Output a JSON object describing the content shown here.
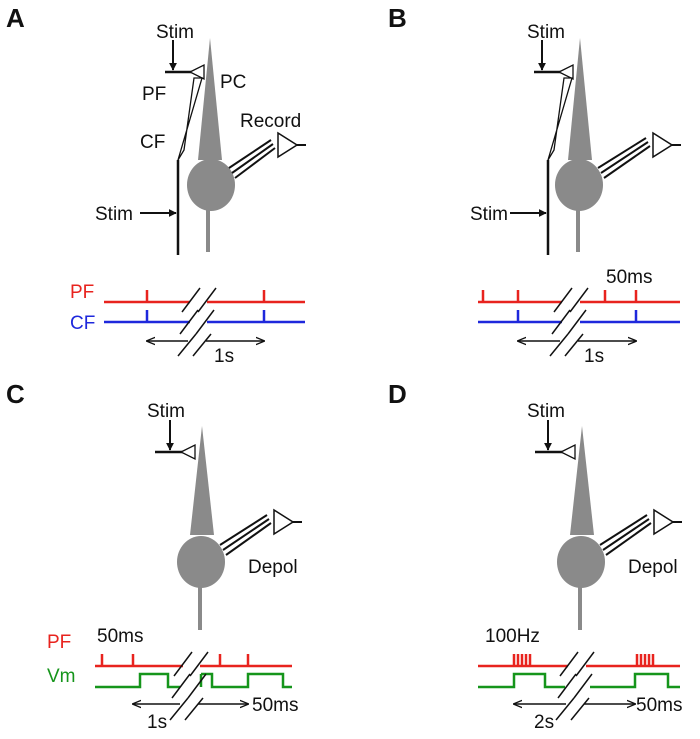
{
  "colors": {
    "pf": "#e8231e",
    "cf": "#1e28dc",
    "vm": "#15951b",
    "cell": "#8a8a8a",
    "ink": "#111111"
  },
  "panels": [
    {
      "letter": "A",
      "labels": {
        "stim_top": "Stim",
        "pf": "PF",
        "pc": "PC",
        "cf": "CF",
        "record": "Record",
        "stim_side": "Stim"
      },
      "traces": {
        "row1": "PF",
        "row2": "CF"
      },
      "annotations": {
        "interval": "1s"
      }
    },
    {
      "letter": "B",
      "labels": {
        "stim_top": "Stim",
        "stim_side": "Stim"
      },
      "traces": {},
      "annotations": {
        "interval": "1s",
        "gap": "50ms"
      }
    },
    {
      "letter": "C",
      "labels": {
        "stim_top": "Stim",
        "depol": "Depol"
      },
      "traces": {
        "row1": "PF",
        "row2": "Vm"
      },
      "annotations": {
        "interval": "1s",
        "gap": "50ms",
        "pulse": "50ms"
      }
    },
    {
      "letter": "D",
      "labels": {
        "stim_top": "Stim",
        "depol": "Depol"
      },
      "traces": {},
      "annotations": {
        "interval": "2s",
        "freq": "100Hz",
        "pulse": "50ms"
      }
    }
  ]
}
